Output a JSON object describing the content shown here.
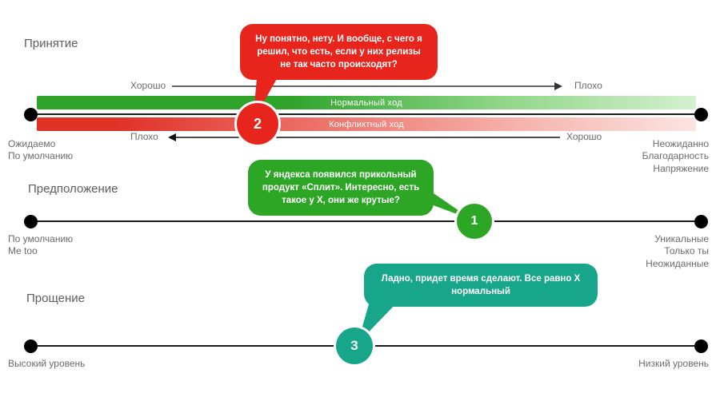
{
  "sections": {
    "acceptance": {
      "title": "Принятие",
      "top_scale": {
        "left_label": "Хорошо",
        "right_label": "Плохо"
      },
      "bottom_scale": {
        "left_label": "Плохо",
        "right_label": "Хорошо"
      },
      "bars": {
        "normal": {
          "label": "Нормальный ход"
        },
        "conflict": {
          "label": "Конфликтный ход"
        }
      },
      "left_caption": "Ожидаемо\nПо умолчанию",
      "right_caption": "Неожиданно\nБлагодарность\nНапряжение"
    },
    "assumption": {
      "title": "Предположение",
      "left_caption": "По умолчанию\nMe too",
      "right_caption": "Уникальные\nТолько ты\nНеожиданные"
    },
    "forgiveness": {
      "title": "Прощение",
      "left_caption": "Высокий уровень",
      "right_caption": "Низкий уровень"
    }
  },
  "callouts": {
    "red": {
      "number": "2",
      "text": "Ну понятно, нету. И вообще, с чего я решил, что есть, если у них релизы не так часто происходят?"
    },
    "green": {
      "number": "1",
      "text": "У яндекса появился прикольный продукт «Сплит». Интересно, есть такое у X, они же крутые?"
    },
    "teal": {
      "number": "3",
      "text": "Ладно, придет время сделают. Все равно X нормальный"
    }
  },
  "colors": {
    "accent_red": "#e8251c",
    "accent_green": "#2da626",
    "accent_teal": "#17a689",
    "bar_green_start": "#2ea32a",
    "bar_green_end": "#d4f0ce",
    "bar_red_start": "#e03127",
    "bar_red_end": "#fbe5e2",
    "axis_black": "#1c1c1c",
    "label_gray": "#6b6b6b"
  }
}
